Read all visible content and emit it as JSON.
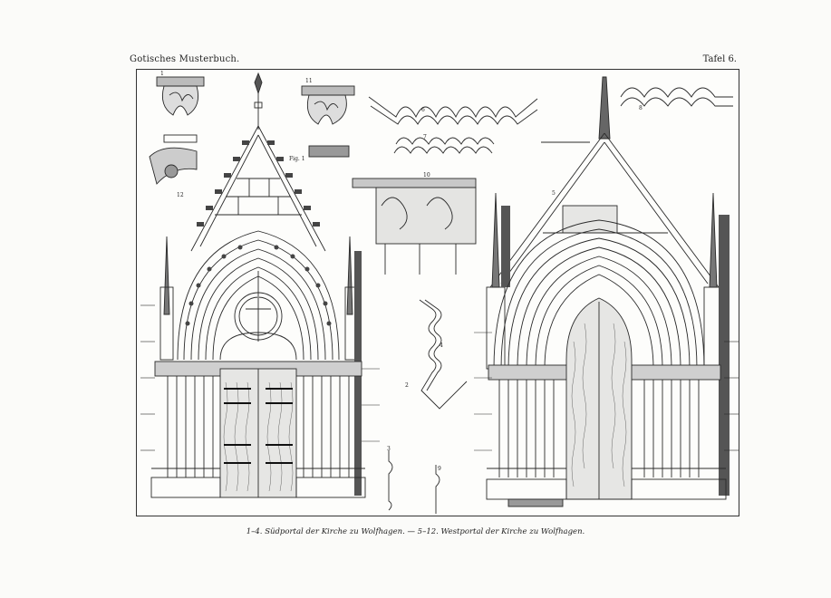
{
  "header": {
    "book_title": "Gotisches Musterbuch.",
    "plate_number": "Tafel 6."
  },
  "caption": "1–4. Südportal der Kirche zu Wolfhagen. — 5–12. Westportal der Kirche zu Wolfhagen.",
  "figure_numbers": {
    "fig_1": "Fig. 1",
    "n1": "1",
    "n2": "2",
    "n3": "3",
    "n4": "4",
    "n5": "5",
    "n6": "6",
    "n7": "7",
    "n8": "8",
    "n9": "9",
    "n10": "10",
    "n11": "11",
    "n12": "12"
  }
}
